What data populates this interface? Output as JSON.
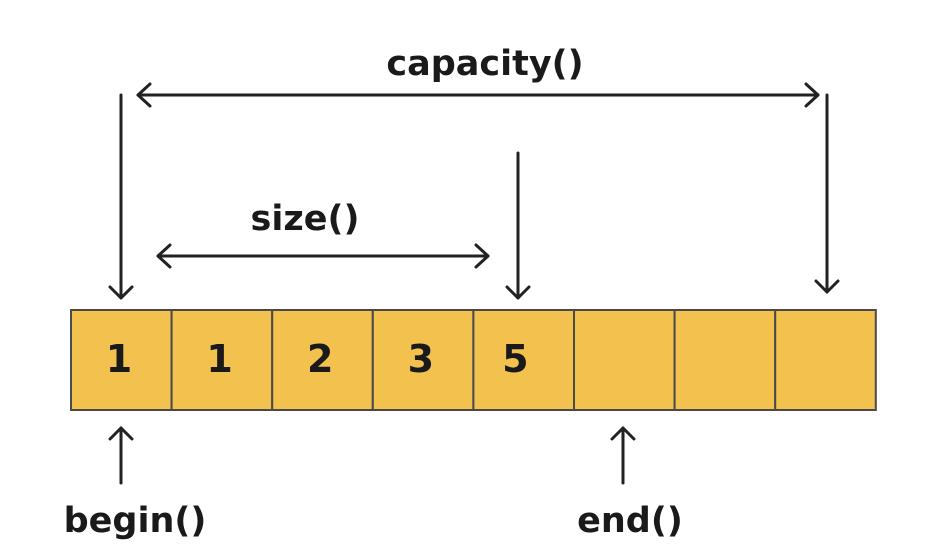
{
  "labels": {
    "capacity": "capacity()",
    "size": "size()",
    "begin": "begin()",
    "end": "end()"
  },
  "cells": [
    "1",
    "1",
    "2",
    "3",
    "5",
    "",
    "",
    ""
  ],
  "colors": {
    "cell_fill": "#f2c14e",
    "cell_border": "#4a4a4a",
    "ink": "#222222"
  }
}
